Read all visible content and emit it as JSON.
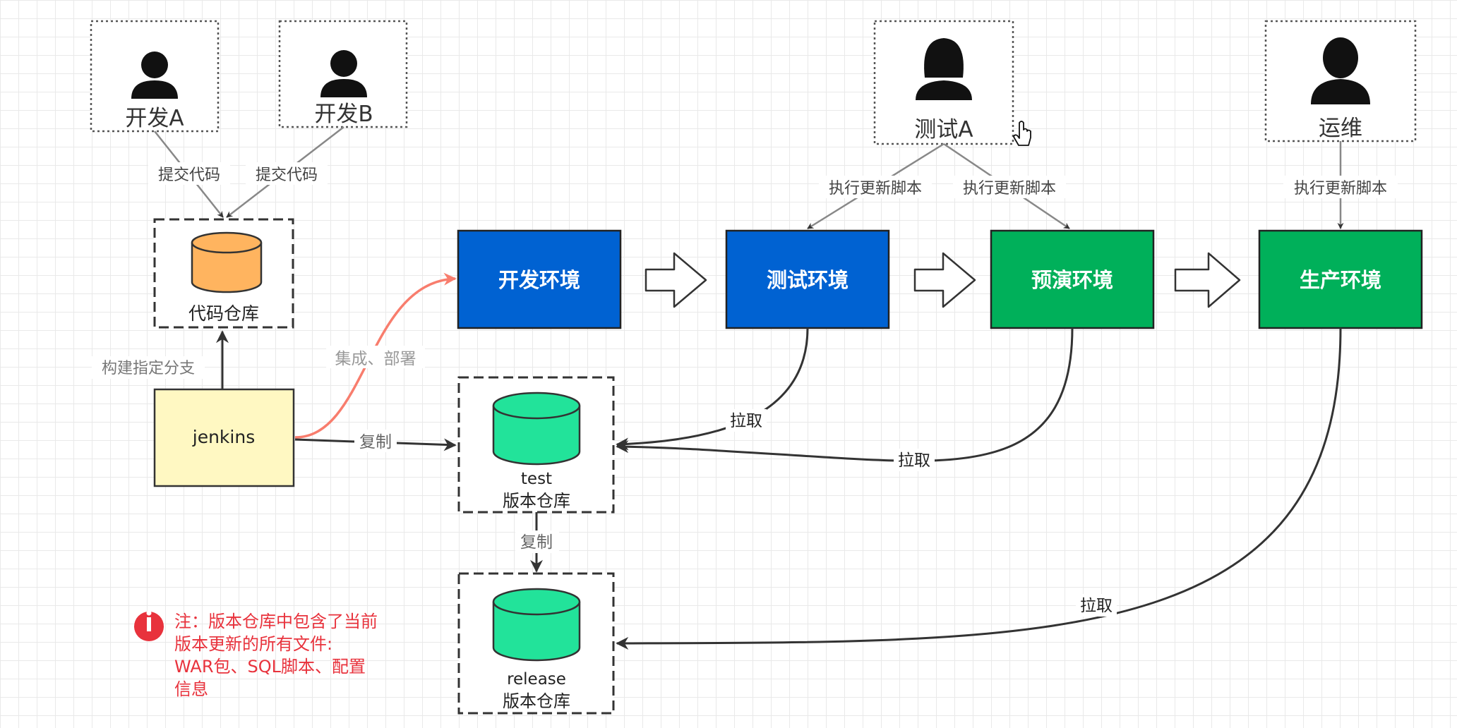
{
  "actors": {
    "dev_a": "开发A",
    "dev_b": "开发B",
    "tester_a": "测试A",
    "ops": "运维"
  },
  "edge_labels": {
    "commit_a": "提交代码",
    "commit_b": "提交代码",
    "exec_update_1": "执行更新脚本",
    "exec_update_2": "执行更新脚本",
    "exec_update_3": "执行更新脚本",
    "build_branch": "构建指定分支",
    "integrate_deploy": "集成、部署",
    "copy_1": "复制",
    "copy_2": "复制",
    "pull_1": "拉取",
    "pull_2": "拉取",
    "pull_3": "拉取"
  },
  "nodes": {
    "code_repo": "代码仓库",
    "jenkins": "jenkins",
    "dev_env": "开发环境",
    "test_env": "测试环境",
    "staging_env": "预演环境",
    "prod_env": "生产环境",
    "test_repo_name": "test",
    "test_repo_label": "版本仓库",
    "release_repo_name": "release",
    "release_repo_label": "版本仓库"
  },
  "note": {
    "icon": "info-icon",
    "line1": "注：版本仓库中包含了当前",
    "line2": "版本更新的所有文件:",
    "line3": "WAR包、SQL脚本、配置",
    "line4": "信息"
  },
  "colors": {
    "blue_env": "#0062d2",
    "green_env": "#00b05a",
    "db_orange": "#ffb45f",
    "db_green": "#22e39a",
    "jenkins_fill": "#fff8c2",
    "integrate_arrow": "#f87d6d",
    "note_red": "#e8323c"
  }
}
